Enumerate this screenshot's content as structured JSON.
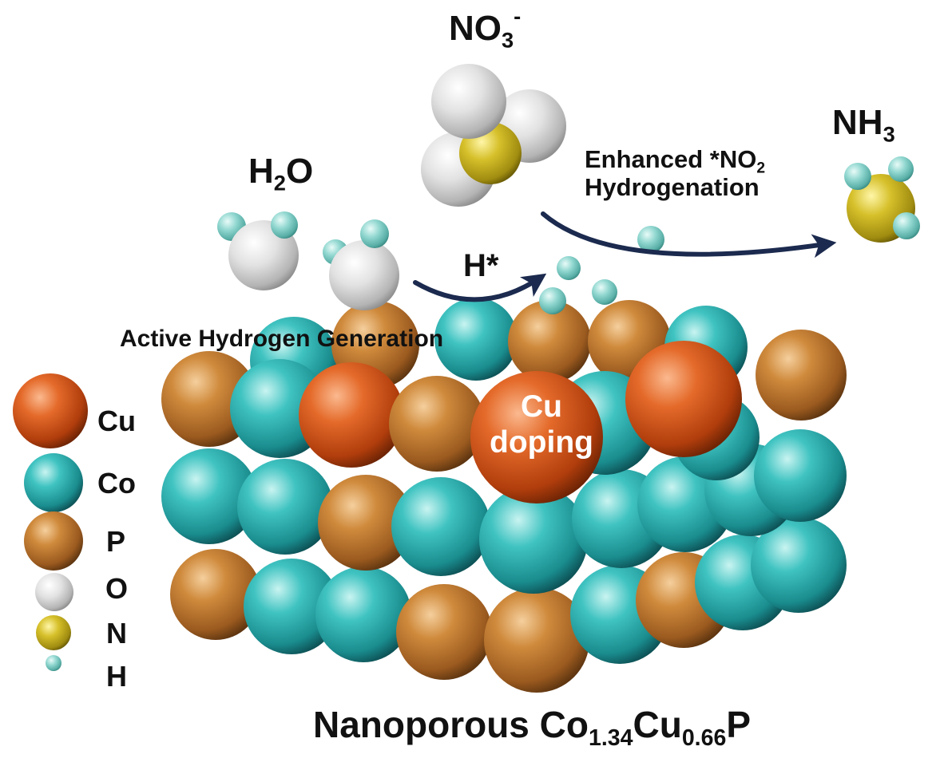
{
  "labels": {
    "nitrate": {
      "main": "NO",
      "sub": "3",
      "sup": "-"
    },
    "ammonia": {
      "main": "NH",
      "sub": "3"
    },
    "water": {
      "pre": "H",
      "sub": "2",
      "post": "O"
    },
    "hydrogenation_line1": {
      "pre": "Enhanced *NO",
      "sub": "2"
    },
    "hydrogenation_line2": "Hydrogenation",
    "active_hydrogen": "H*",
    "active_generation": "Active Hydrogen Generation",
    "doping_line1": "Cu",
    "doping_line2": "doping",
    "title": {
      "pre": "Nanoporous Co",
      "sub1": "1.34",
      "mid": "Cu",
      "sub2": "0.66",
      "post": "P"
    }
  },
  "legend": [
    {
      "label": "Cu",
      "color": "#d4541c"
    },
    {
      "label": "Co",
      "color": "#2fb3b3"
    },
    {
      "label": "P",
      "color": "#c27a30"
    },
    {
      "label": "O",
      "color": "#dcdcdc"
    },
    {
      "label": "N",
      "color": "#c9b21c"
    },
    {
      "label": "H",
      "color": "#7fcdc6"
    }
  ],
  "colors": {
    "Cu": "#d4541c",
    "Co": "#2fb3b3",
    "P": "#c27a30",
    "O": "#dcdcdc",
    "N": "#c9b21c",
    "H": "#7fcdc6",
    "arrow": "#1b2a4e"
  }
}
